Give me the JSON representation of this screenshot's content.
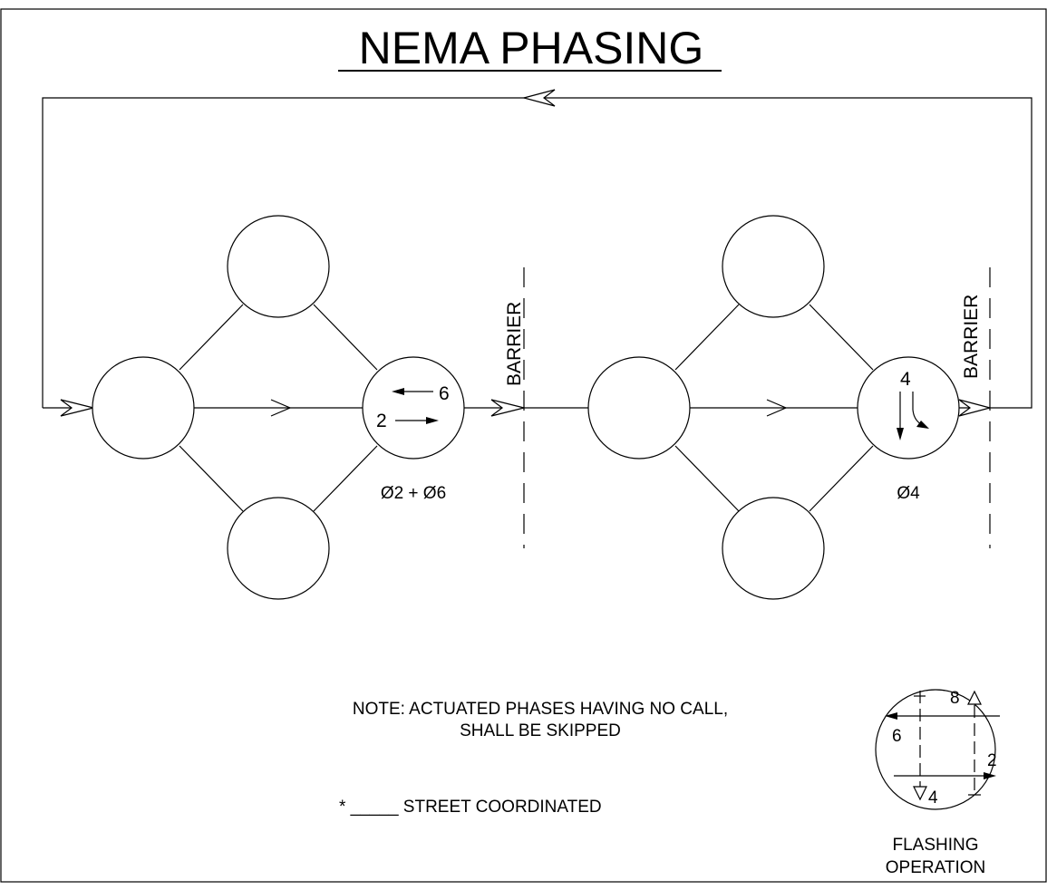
{
  "title": "NEMA PHASING",
  "barrier_left_label": "BARRIER",
  "barrier_right_label": "BARRIER",
  "ring1": {
    "phase_label": "Ø2 + Ø6",
    "movement_a": "6",
    "movement_b": "2"
  },
  "ring2": {
    "phase_label": "Ø4",
    "movement_a": "4"
  },
  "note": {
    "line1": "NOTE:  ACTUATED PHASES HAVING NO CALL,",
    "line2": "SHALL BE SKIPPED"
  },
  "coordinated": "* _____ STREET COORDINATED",
  "flashing": {
    "num_8": "8",
    "num_6": "6",
    "num_2": "2",
    "num_4": "4",
    "label_line1": "FLASHING",
    "label_line2": "OPERATION"
  }
}
